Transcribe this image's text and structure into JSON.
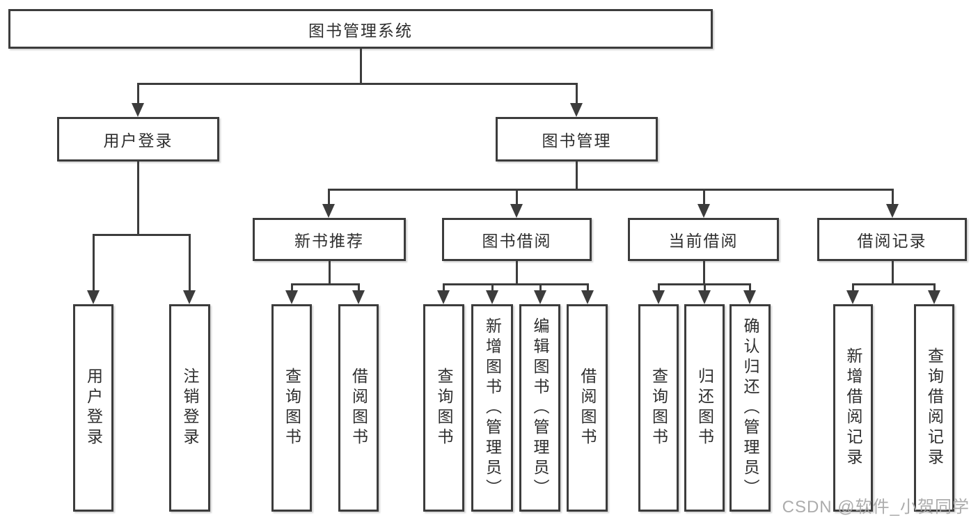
{
  "root_label": "图书管理系统",
  "user_login": {
    "label": "用户登录",
    "children": [
      "用户登录",
      "注销登录"
    ]
  },
  "book_mgmt": {
    "label": "图书管理"
  },
  "new_books": {
    "label": "新书推荐",
    "children": [
      "查询图书",
      "借阅图书"
    ]
  },
  "book_borrow": {
    "label": "图书借阅",
    "children": [
      "查询图书",
      "新增图书（管理员）",
      "编辑图书（管理员）",
      "借阅图书"
    ]
  },
  "current_borrow": {
    "label": "当前借阅",
    "children": [
      "查询图书",
      "归还图书",
      "确认归还（管理员）"
    ]
  },
  "borrow_records": {
    "label": "借阅记录",
    "children": [
      "新增借阅记录",
      "查询借阅记录"
    ]
  },
  "watermark": "CSDN @软件_小贺同学",
  "colors": {
    "line": "#3c3c3c",
    "text": "#2e2e2e",
    "watermark": "#a8a8a8",
    "background": "#ffffff"
  }
}
